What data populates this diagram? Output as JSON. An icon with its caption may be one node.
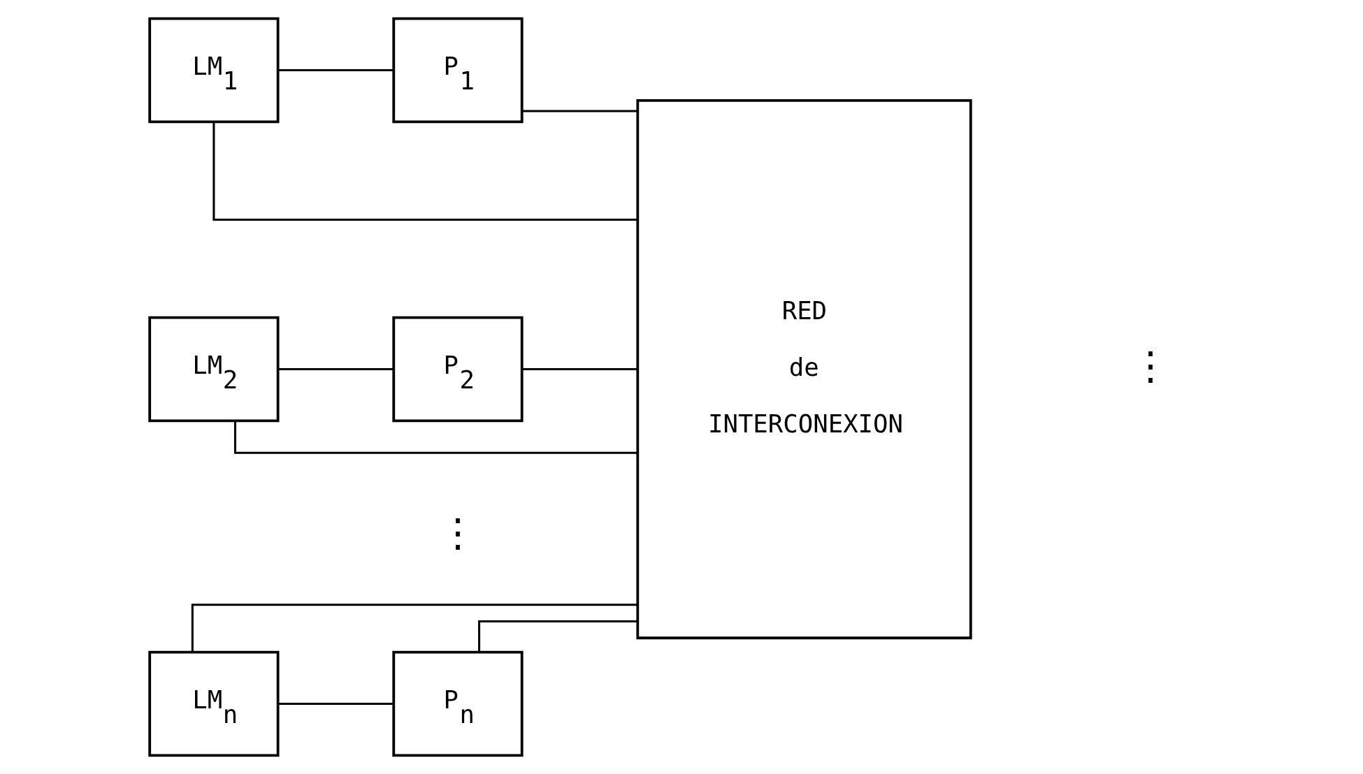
{
  "diagram": {
    "nodes": [
      {
        "text": [
          "LM$_{1}$"
        ]
      },
      {
        "text": [
          "P$_{1}$"
        ]
      },
      {
        "text": [
          "LM$_{2}$"
        ]
      },
      {
        "text": [
          "P$_{2}$"
        ]
      },
      {
        "text": [
          "LM$_{n}$"
        ]
      },
      {
        "text": [
          "P$_{n}$"
        ]
      },
      {
        "text": [
          "RED",
          "de",
          "INTERCONEXION"
        ]
      }
    ],
    "edges": [
      {
        "from": 0,
        "to": 1,
        "arrow": "none"
      },
      {
        "from": 1,
        "to": 6,
        "arrow": "none"
      },
      {
        "from": 6,
        "to": 0,
        "arrow": "none"
      },
      {
        "from": 2,
        "to": 3,
        "arrow": "none"
      },
      {
        "from": 3,
        "to": 6,
        "arrow": "none"
      },
      {
        "from": 6,
        "to": 2,
        "arrow": "none"
      },
      {
        "from": 4,
        "to": 5,
        "arrow": "none"
      },
      {
        "from": 5,
        "to": 6,
        "arrow": "none"
      },
      {
        "from": 6,
        "to": 4,
        "arrow": "none"
      }
    ],
    "labels": [
      "⋮",
      "⋮"
    ]
  }
}
